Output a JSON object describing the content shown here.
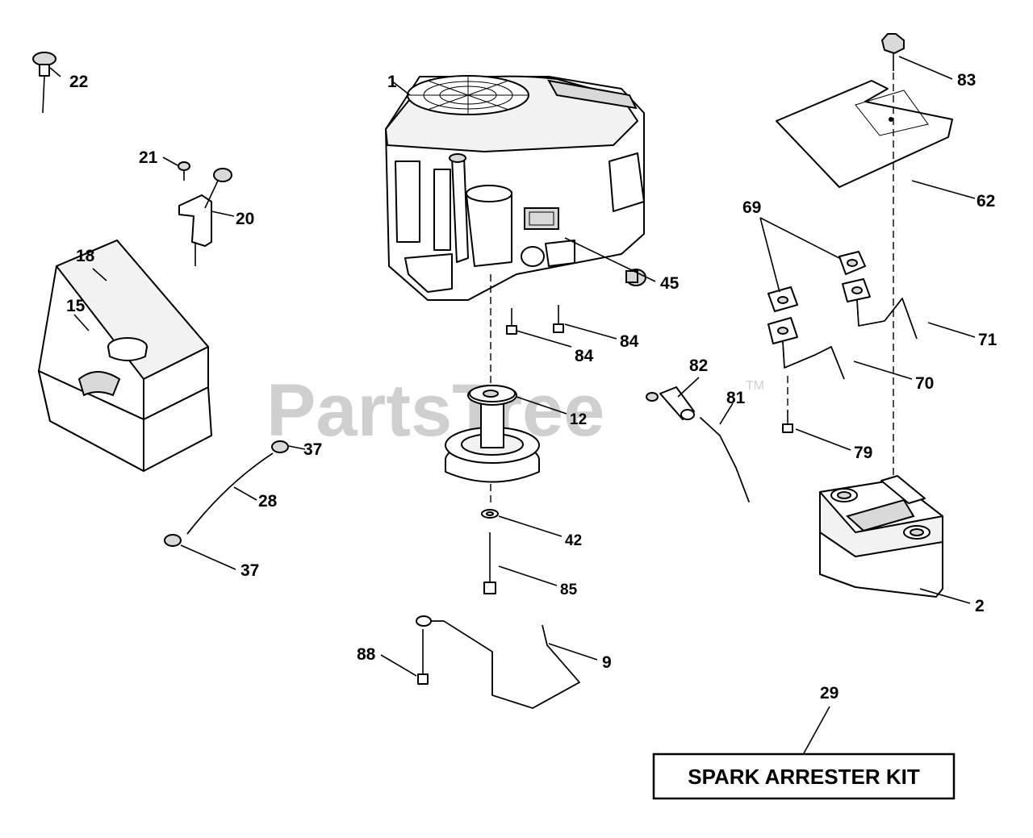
{
  "watermark": {
    "text": "PartsTree",
    "trademark": "TM"
  },
  "kit_box": {
    "label": "SPARK ARRESTER KIT"
  },
  "callouts": [
    {
      "id": "c1",
      "num": "1"
    },
    {
      "id": "c22",
      "num": "22"
    },
    {
      "id": "c21",
      "num": "21"
    },
    {
      "id": "c20",
      "num": "20"
    },
    {
      "id": "c18",
      "num": "18"
    },
    {
      "id": "c15",
      "num": "15"
    },
    {
      "id": "c45",
      "num": "45"
    },
    {
      "id": "c84a",
      "num": "84"
    },
    {
      "id": "c84b",
      "num": "84"
    },
    {
      "id": "c12",
      "num": "12"
    },
    {
      "id": "c37a",
      "num": "37"
    },
    {
      "id": "c28",
      "num": "28"
    },
    {
      "id": "c37b",
      "num": "37"
    },
    {
      "id": "c42",
      "num": "42"
    },
    {
      "id": "c85",
      "num": "85"
    },
    {
      "id": "c88",
      "num": "88"
    },
    {
      "id": "c9",
      "num": "9"
    },
    {
      "id": "c83",
      "num": "83"
    },
    {
      "id": "c62",
      "num": "62"
    },
    {
      "id": "c69",
      "num": "69"
    },
    {
      "id": "c71",
      "num": "71"
    },
    {
      "id": "c70",
      "num": "70"
    },
    {
      "id": "c82",
      "num": "82"
    },
    {
      "id": "c81",
      "num": "81"
    },
    {
      "id": "c79",
      "num": "79"
    },
    {
      "id": "c2",
      "num": "2"
    },
    {
      "id": "c29",
      "num": "29"
    }
  ]
}
